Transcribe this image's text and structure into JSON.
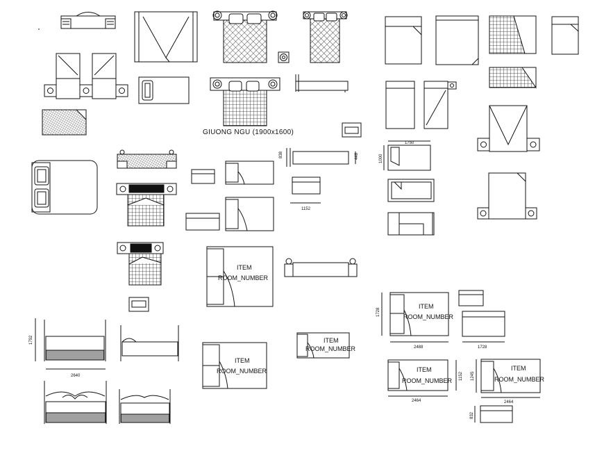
{
  "caption": "GIUONG NGU (1900x1600)",
  "item_label": "ITEM",
  "room_label": "ROOM_NUMBER",
  "dimensions": {
    "d838": "838",
    "d448": "448",
    "d1152": "1152",
    "d1750": "1750",
    "d1000": "1000",
    "d1792": "1792",
    "d2640": "2640",
    "d1728": "1728",
    "d2488": "2488",
    "d1728b": "1728",
    "d1152b": "1152",
    "d1245": "1245",
    "d2464": "2464",
    "d2464b": "2464",
    "d832": "832"
  }
}
